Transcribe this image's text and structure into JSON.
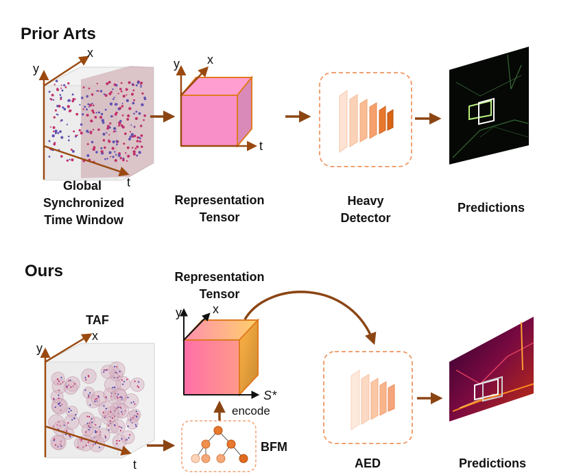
{
  "prior": {
    "heading": "Prior Arts",
    "input_caption": [
      "Global",
      "Synchronized",
      "Time Window"
    ],
    "tensor_caption": [
      "Representation",
      "Tensor"
    ],
    "detector_caption": [
      "Heavy",
      "Detector"
    ],
    "output_caption": "Predictions",
    "axes": {
      "y": "y",
      "x": "x",
      "t": "t"
    }
  },
  "ours": {
    "heading": "Ours",
    "input_caption": "TAF",
    "tensor_caption": [
      "Representation",
      "Tensor"
    ],
    "encode_label": "encode",
    "module_caption": "BFM",
    "detector_caption": "AED",
    "output_caption": "Predictions",
    "axes": {
      "y": "y",
      "x": "x",
      "t": "t",
      "s": "S*"
    }
  },
  "colors": {
    "arrow": "#8B4513",
    "axis": "#9a4a10",
    "box_dash": "#f0a070",
    "cube_face": "#f58fc0",
    "cube_side": "#d97aa8",
    "cube_edge": "#e07a20",
    "grad_front_start": "#ff6fa8",
    "grad_front_end": "#ffb347"
  }
}
